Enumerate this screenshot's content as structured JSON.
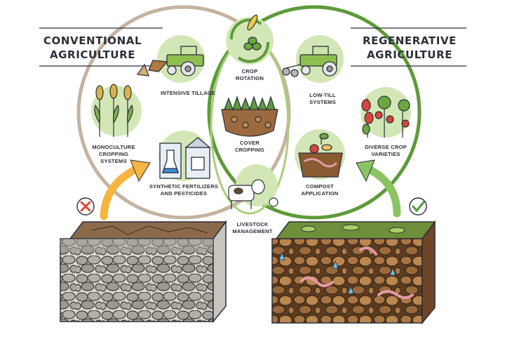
{
  "headings": {
    "conventional": [
      "CONVENTIONAL",
      "AGRICULTURE"
    ],
    "regenerative": [
      "REGENERATIVE",
      "AGRICULTURE"
    ]
  },
  "practices": {
    "intensive_tillage": [
      "INTENSIVE TILLAGE"
    ],
    "monoculture": [
      "MONOCULTURE",
      "CROPPING",
      "SYSTEMS"
    ],
    "synthetic": [
      "SYNTHETIC FERTILIZERS",
      "AND PESTICIDES"
    ],
    "crop_rotation": [
      "CROP",
      "ROTATION"
    ],
    "cover_cropping": [
      "COVER",
      "CROPPING"
    ],
    "livestock": [
      "LIVESTOCK",
      "MANAGEMENT"
    ],
    "low_till": [
      "LOW-TILL",
      "SYSTEMS"
    ],
    "diverse_crop": [
      "DIVERSE CROP",
      "VARIETIES"
    ],
    "compost": [
      "COMPOST",
      "APPLICATION"
    ]
  },
  "colors": {
    "conventional_ring": "#c4b3a1",
    "regenerative_ring": "#5e9a3a",
    "overlap_ring": "#9cc46a",
    "icon_circle": "#d3e7b6",
    "bad_soil": "#9e9e9a",
    "good_soil": "#8a5a33",
    "arrow_orange": "#f6b540",
    "arrow_green": "#8cc463",
    "cross_red": "#e0473c",
    "check_green": "#4f9b3d"
  },
  "icons": [
    "tractor-plough-icon",
    "wheat-icon",
    "lab-chemicals-icon",
    "crop-rotation-icon",
    "cover-crop-icon",
    "cow-icon",
    "tractor-roller-icon",
    "tomato-plant-icon",
    "compost-bin-icon",
    "cross-icon",
    "check-icon",
    "curved-arrow-icon"
  ]
}
